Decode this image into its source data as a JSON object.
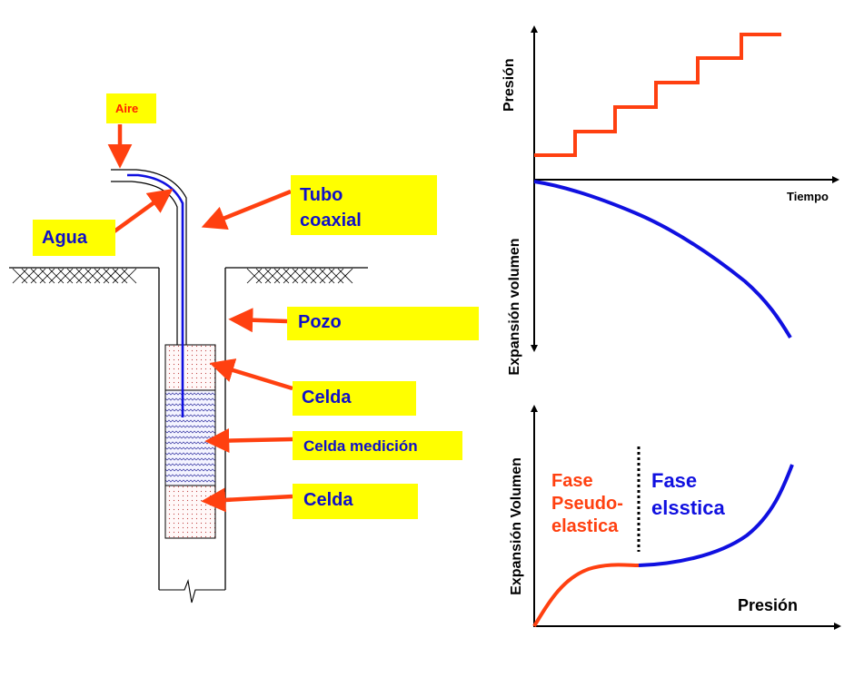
{
  "labels": {
    "aire": "Aire",
    "agua": "Agua",
    "tubo_line1": "Tubo",
    "tubo_line2": "coaxial",
    "pozo": "Pozo",
    "celda_top": "Celda",
    "celda_medicion": "Celda medición",
    "celda_bottom": "Celda"
  },
  "top_chart": {
    "y_upper_label": "Presión",
    "x_label": "Tiempo",
    "y_lower_label": "Expansión volumen"
  },
  "bottom_chart": {
    "y_label": "Expansión Volumen",
    "x_label": "Presión",
    "phase1_line1": "Fase",
    "phase1_line2": "Pseudo-",
    "phase1_line3": "elastica",
    "phase2_line1": "Fase",
    "phase2_line2": "elsstica"
  },
  "colors": {
    "arrow": "#ff4010",
    "label_bg": "#ffff00",
    "label_text": "#1010c8",
    "pressure_line": "#ff4010",
    "volume_line": "#1010e0",
    "aire_text": "#ff2000"
  }
}
